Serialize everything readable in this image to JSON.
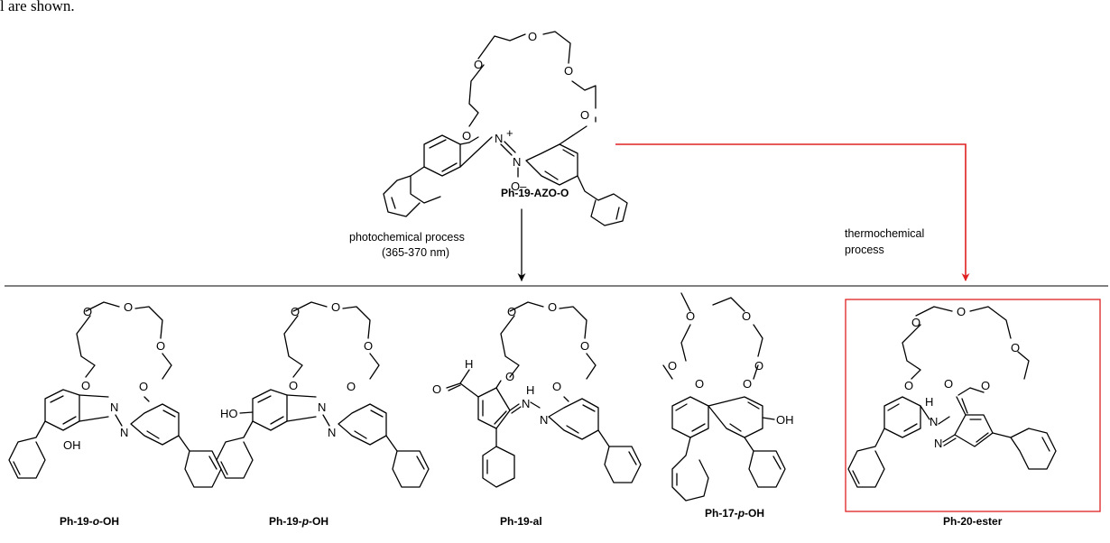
{
  "caption_fragment": "l are shown.",
  "colors": {
    "ink": "#000000",
    "highlight": "#e02020"
  },
  "atoms": {
    "O": "O",
    "N": "N",
    "H": "H",
    "OH": "OH",
    "HO": "HO",
    "plus": "+",
    "minus": "O–"
  },
  "reactant": {
    "label": "Ph-19-AZO-O"
  },
  "arrows": {
    "photochemical": {
      "line1": "photochemical process",
      "line2": "(365-370 nm)"
    },
    "thermochemical": {
      "line1": "thermochemical",
      "line2": "process"
    }
  },
  "products": {
    "ortho_oh": {
      "label": "Ph-19-o-OH",
      "pre": "Ph-19-",
      "ital": "o",
      "post": "-OH"
    },
    "para_oh": {
      "label": "Ph-19-p-OH",
      "pre": "Ph-19-",
      "ital": "p",
      "post": "-OH"
    },
    "aldehyde": {
      "label": "Ph-19-al"
    },
    "ph17": {
      "label": "Ph-17-p-OH",
      "pre": "Ph-17-",
      "ital": "p",
      "post": "-OH"
    },
    "ester": {
      "label": "Ph-20-ester"
    }
  }
}
